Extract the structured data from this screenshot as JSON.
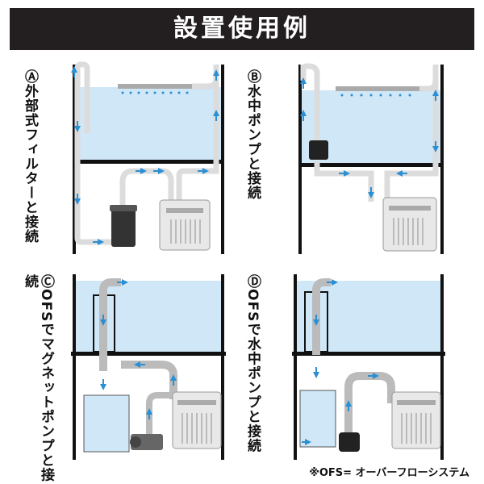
{
  "title": "設置使用例",
  "panels": [
    {
      "label": "Ⓐ外部式フィルターと接続"
    },
    {
      "label": "Ⓑ水中ポンプと接続"
    },
    {
      "label": "ⒸOFSでマグネットポンプと接続"
    },
    {
      "label": "ⒹOFSで水中ポンプと接続"
    }
  ],
  "note": "※OFS= オーバーフローシステム",
  "colors": {
    "water": "#cfe7f7",
    "arrow": "#2b8fd4",
    "pipe": "#dcdcdc",
    "frame": "#111111",
    "titlebar": "#231f20"
  },
  "icons": [
    "cooler-unit",
    "canister-filter",
    "submersible-pump",
    "magnet-pump",
    "spray-bar"
  ]
}
